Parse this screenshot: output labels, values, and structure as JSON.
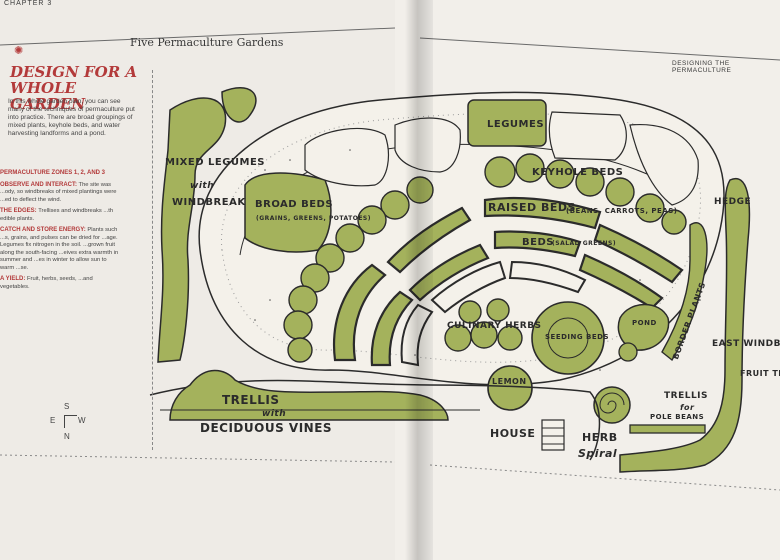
{
  "book": {
    "chapter": "CHAPTER 3",
    "header_left": "Five Permaculture Gardens",
    "header_right": "DESIGNING THE PERMACULTURE",
    "title": "DESIGN FOR A WHOLE GARDEN",
    "intro": "In this whole garden plan, you can see many of the techniques of permaculture put into practice. There are broad groupings of mixed plants, keyhole beds, and water harvesting landforms and a pond.",
    "sidebar": [
      {
        "head": "PERMACULTURE ZONES 1, 2, AND 3",
        "body": ""
      },
      {
        "head": "OBSERVE AND INTERACT:",
        "body": "The site was ...ody, so windbreaks of mixed plantings were ...ed to deflect the wind."
      },
      {
        "head": "THE EDGES:",
        "body": "Trellises and windbreaks ...th edible plants."
      },
      {
        "head": "CATCH AND STORE ENERGY:",
        "body": "Plants such ...s, grains, and pulses can be dried for ...age. Legumes fix nitrogen in the soil. ...grown fruit along the south-facing ...eives extra warmth in summer and ...es in winter to allow sun to warm ...se."
      },
      {
        "head": "A YIELD:",
        "body": "Fruit, herbs, seeds, ...and vegetables."
      }
    ],
    "compass": {
      "s": "S",
      "e": "E",
      "w": "W",
      "n": "N"
    }
  },
  "map_labels": {
    "mixed_legumes": "MIXED LEGUMES",
    "with": "with",
    "windbreak": "WINDBREAK",
    "broad_beds": "BROAD BEDS",
    "broad_beds_sub": "(GRAINS, GREENS, POTATOES)",
    "legumes": "LEGUMES",
    "keyhole_beds": "KEYHOLE BEDS",
    "raised_beds": "RAISED BEDS",
    "raised_beds_sub": "(BEANS, CARROTS, PEAS)",
    "beds": "BEDS",
    "beds_sub": "(SALAD GREENS)",
    "hedge": "HEDGE",
    "culinary_herbs": "CULINARY HERBS",
    "seeding_beds": "SEEDING BEDS",
    "pond": "POND",
    "border_plants": "BORDER PLANTS",
    "east_windbreak": "EAST WINDBREAK",
    "fruit_trees": "FRUIT TREES",
    "lemon": "LEMON",
    "trellis": "TRELLIS",
    "with2": "with",
    "deciduous_vines": "DECIDUOUS VINES",
    "house": "HOUSE",
    "herb": "HERB",
    "spiral": "Spiral",
    "trellis_right": "TRELLIS",
    "for": "for",
    "pole_beans": "POLE BEANS"
  },
  "colors": {
    "plant": "#a4b25c",
    "ink": "#2b2b2b",
    "page": "#eeebe6",
    "accent": "#b33a3a"
  }
}
